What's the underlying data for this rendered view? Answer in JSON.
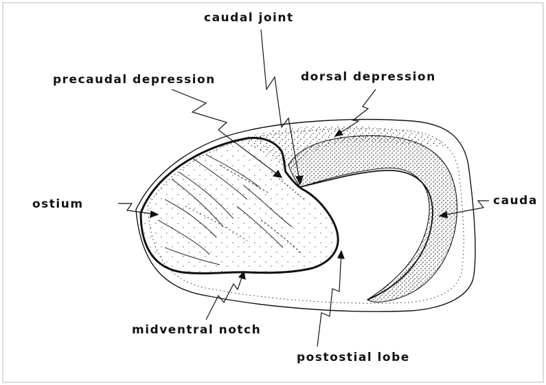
{
  "colors": {
    "ink": "#111111",
    "paper": "#ffffff",
    "border": "#b8b8b8"
  },
  "labels": {
    "caudal_joint": "caudal joint",
    "precaudal_depression": "precaudal depression",
    "dorsal_depression": "dorsal depression",
    "ostium": "ostium",
    "cauda": "cauda",
    "midventral_notch": "midventral notch",
    "postostial_lobe": "postostial lobe"
  }
}
